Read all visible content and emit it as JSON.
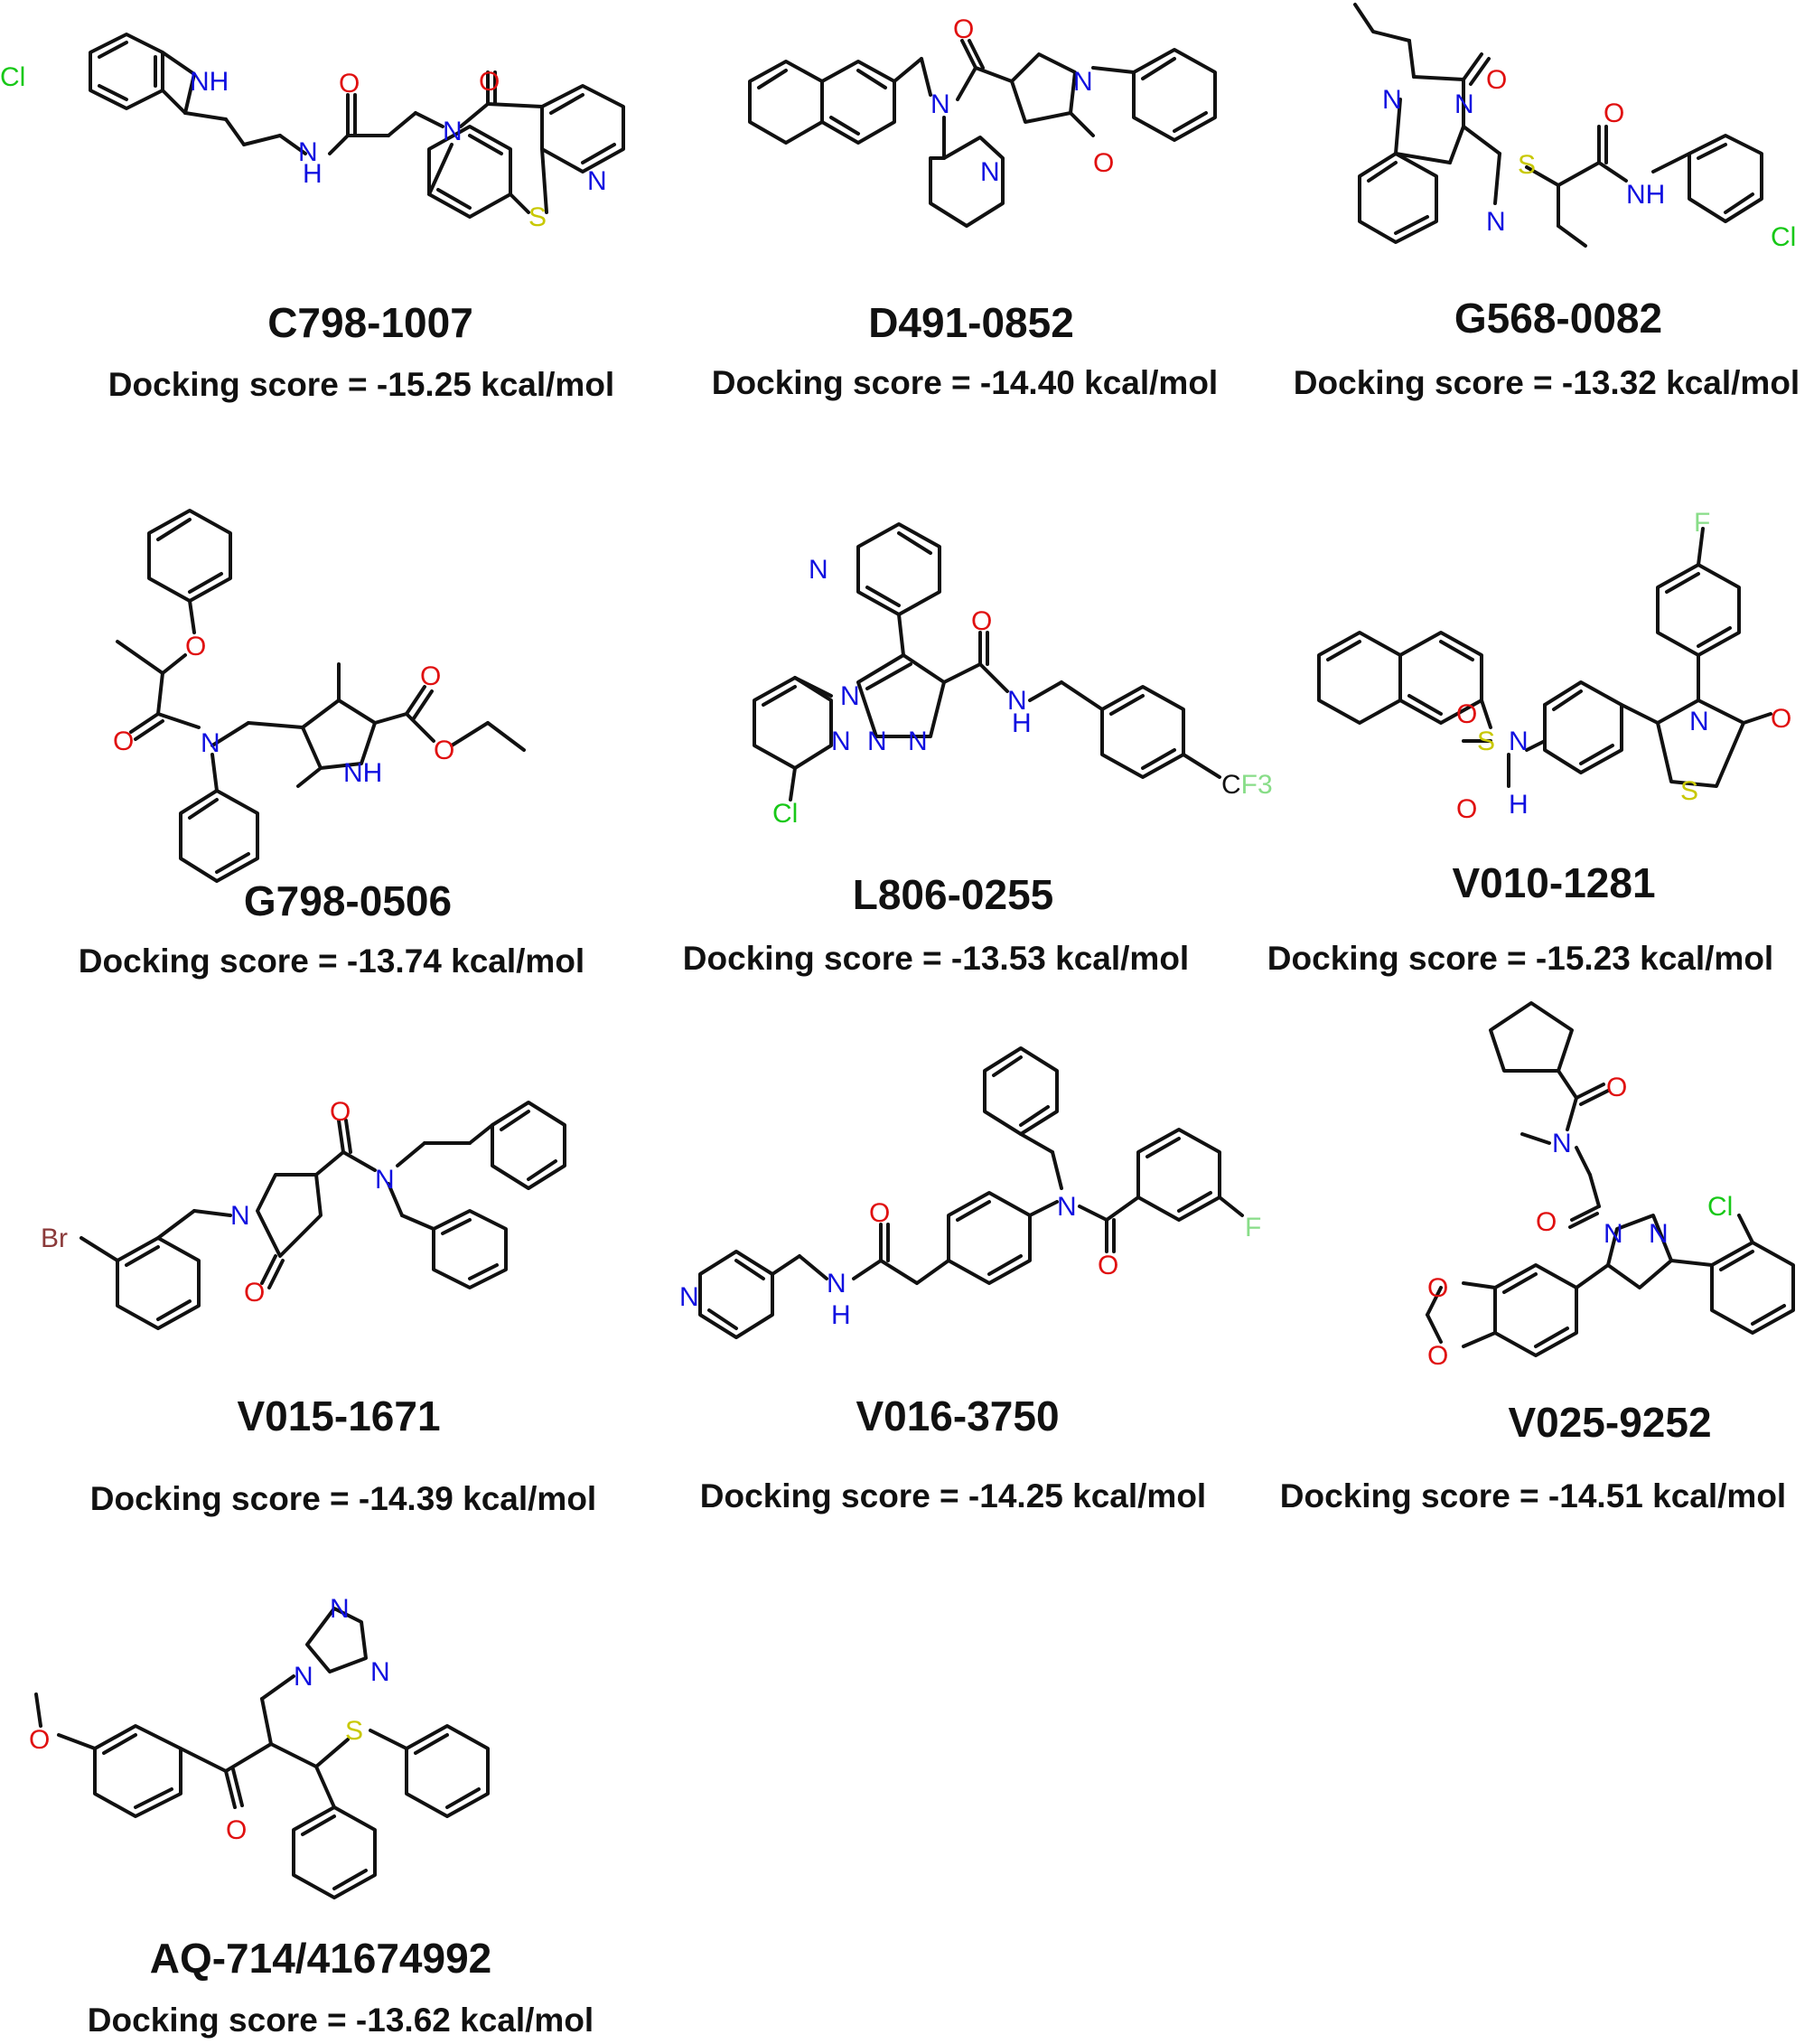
{
  "compounds": [
    {
      "code": "C798-1007",
      "score": "Docking score = -15.25 kcal/mol"
    },
    {
      "code": "D491-0852",
      "score": "Docking score = -14.40 kcal/mol"
    },
    {
      "code": "G568-0082",
      "score": "Docking score = -13.32 kcal/mol"
    },
    {
      "code": "G798-0506",
      "score": "Docking score = -13.74 kcal/mol"
    },
    {
      "code": "L806-0255",
      "score": "Docking score = -13.53 kcal/mol"
    },
    {
      "code": "V010-1281",
      "score": "Docking score = -15.23 kcal/mol"
    },
    {
      "code": "V015-1671",
      "score": "Docking score = -14.39 kcal/mol"
    },
    {
      "code": "V016-3750",
      "score": "Docking score = -14.25 kcal/mol"
    },
    {
      "code": "V025-9252",
      "score": "Docking score = -14.51 kcal/mol"
    },
    {
      "code": "AQ-714/41674992",
      "score": "Docking score = -13.62 kcal/mol"
    }
  ],
  "atom_labels": {
    "cl": "Cl",
    "nh": "NH",
    "h": "H",
    "n": "N",
    "o": "O",
    "s": "S",
    "br": "Br",
    "f": "F",
    "c": "C",
    "f3": "F3"
  },
  "colors": {
    "nitrogen": "#1010e0",
    "oxygen": "#e01010",
    "sulfur": "#c8c800",
    "chlorine": "#18c818",
    "fluorine": "#88dd88",
    "bromine": "#8b3a3a",
    "bond": "#111111"
  }
}
